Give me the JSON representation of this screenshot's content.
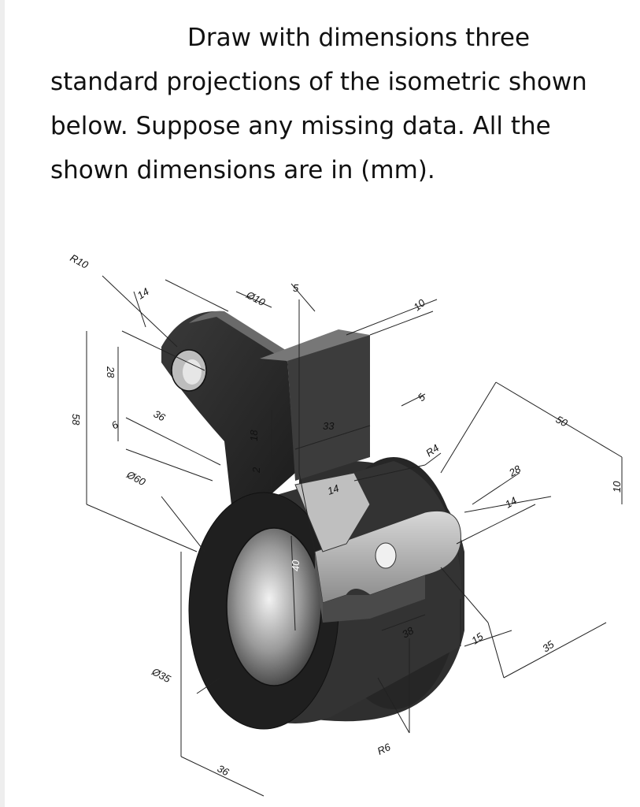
{
  "question": {
    "lines": [
      "Draw with dimensions three",
      "standard projections of the isometric shown",
      "below. Suppose any missing data. All the",
      "shown dimensions are in (mm)."
    ]
  },
  "dimensions": {
    "r10": "R10",
    "d14_top": "14",
    "dia10": "Ø10",
    "d5": "5",
    "d10_top": "10",
    "d58": "58",
    "d28_left": "28",
    "d6": "6",
    "d36_left": "36",
    "dia60": "Ø60",
    "d18": "18",
    "d2": "2",
    "d33": "33",
    "d14_mid": "14",
    "d5_right": "5",
    "r4": "R4",
    "d50": "50",
    "d28_right": "28",
    "d14_right": "14",
    "d10_right": "10",
    "d40": "40",
    "d38": "38",
    "d15": "15",
    "d35": "35",
    "dia35": "Ø35",
    "r6": "R6",
    "d36_bottom": "36"
  },
  "colors": {
    "body_dark": "#2b2b2b",
    "body_mid": "#4a4a4a",
    "face_light": "#8c8c8c",
    "hole_fill": "#c8c8c8",
    "dimension_line": "#222222"
  }
}
